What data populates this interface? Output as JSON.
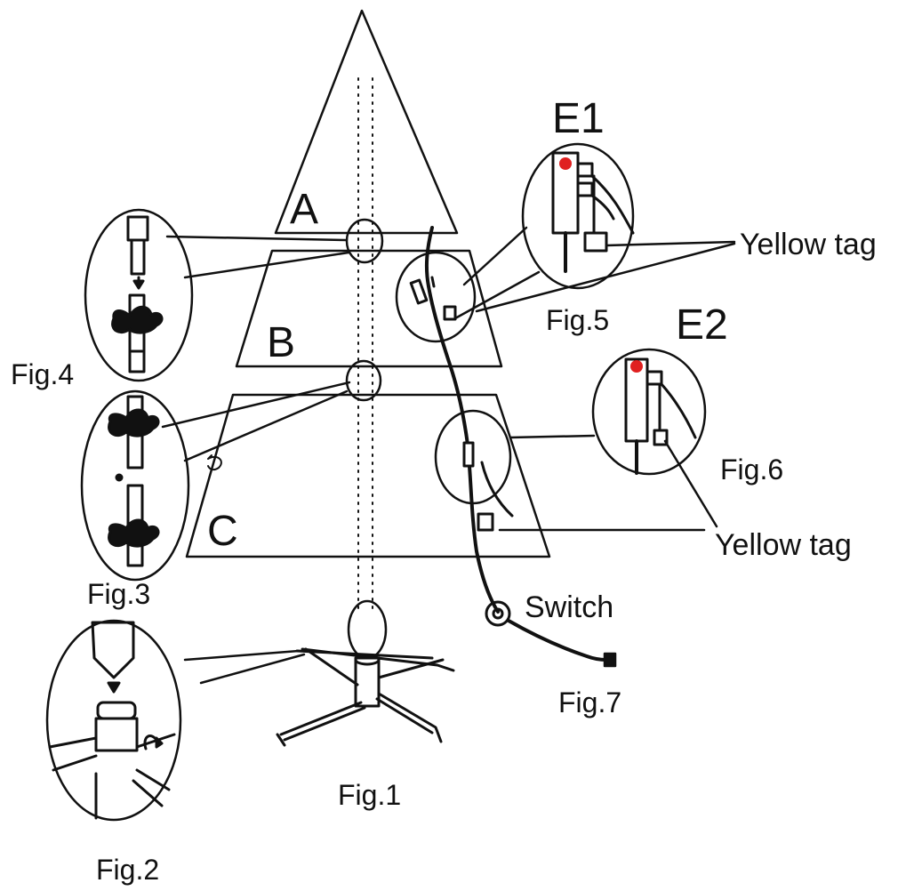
{
  "labels": {
    "section_a": "A",
    "section_b": "B",
    "section_c": "C",
    "e1": "E1",
    "e2": "E2",
    "yellow_tag_top": "Yellow tag",
    "yellow_tag_bottom": "Yellow tag",
    "switch": "Switch"
  },
  "figures": {
    "fig1": "Fig.1",
    "fig2": "Fig.2",
    "fig3": "Fig.3",
    "fig4": "Fig.4",
    "fig5": "Fig.5",
    "fig6": "Fig.6",
    "fig7": "Fig.7"
  },
  "colors": {
    "line": "#111111",
    "indicator": "#e02020"
  }
}
